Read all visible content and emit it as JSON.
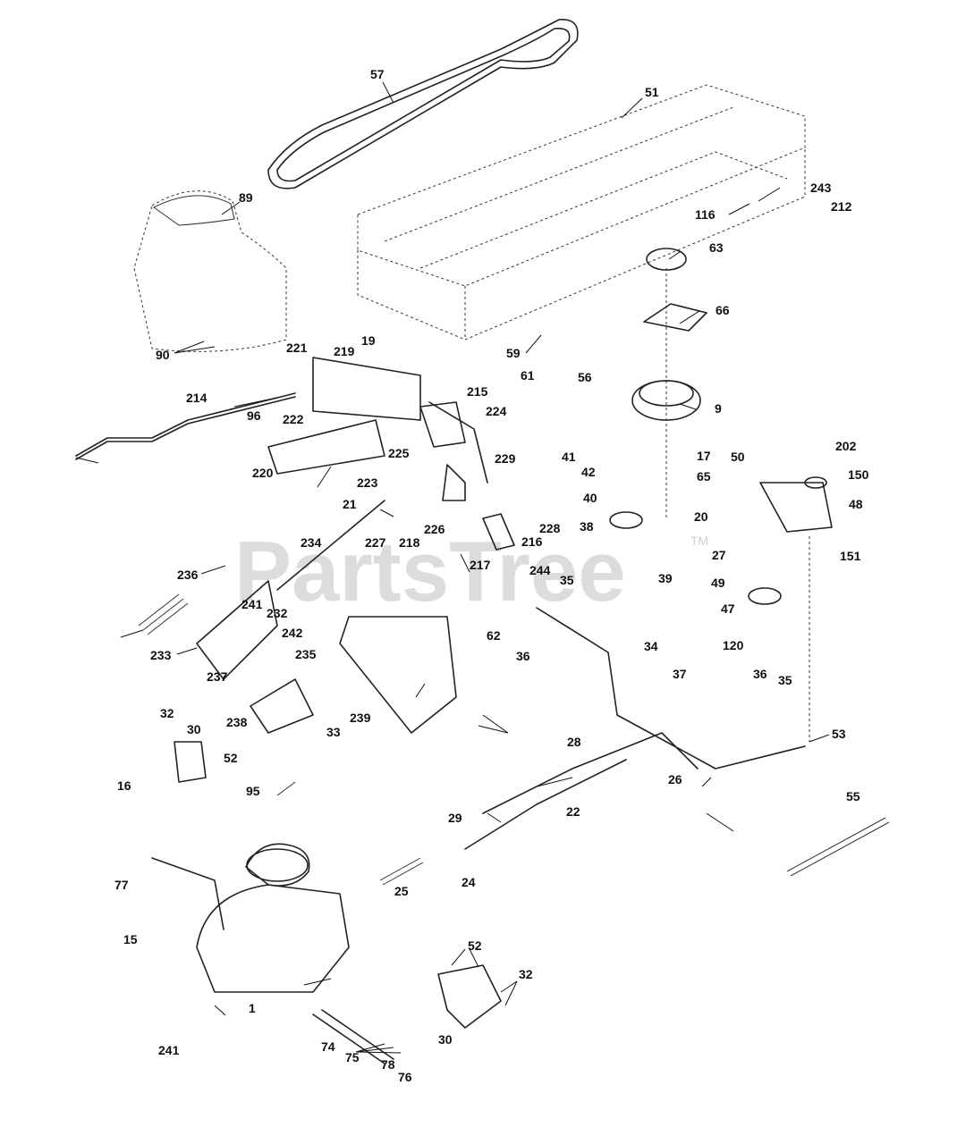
{
  "watermark": {
    "text": "PartsTree",
    "trademark": "TM"
  },
  "callouts": [
    "57",
    "51",
    "89",
    "243",
    "116",
    "212",
    "63",
    "66",
    "59",
    "56",
    "61",
    "90",
    "221",
    "219",
    "19",
    "215",
    "224",
    "9",
    "214",
    "96",
    "222",
    "17",
    "65",
    "50",
    "202",
    "150",
    "220",
    "225",
    "229",
    "41",
    "42",
    "40",
    "20",
    "48",
    "223",
    "226",
    "228",
    "38",
    "21",
    "216",
    "27",
    "151",
    "234",
    "227",
    "218",
    "217",
    "244",
    "35",
    "39",
    "236",
    "49",
    "47",
    "233",
    "241",
    "232",
    "242",
    "62",
    "36",
    "34",
    "120",
    "237",
    "235",
    "37",
    "36",
    "35",
    "238",
    "239",
    "33",
    "32",
    "30",
    "16",
    "52",
    "53",
    "28",
    "26",
    "95",
    "22",
    "29",
    "55",
    "24",
    "77",
    "25",
    "15",
    "74",
    "75",
    "78",
    "76",
    "1",
    "241",
    "52",
    "32",
    "30"
  ]
}
